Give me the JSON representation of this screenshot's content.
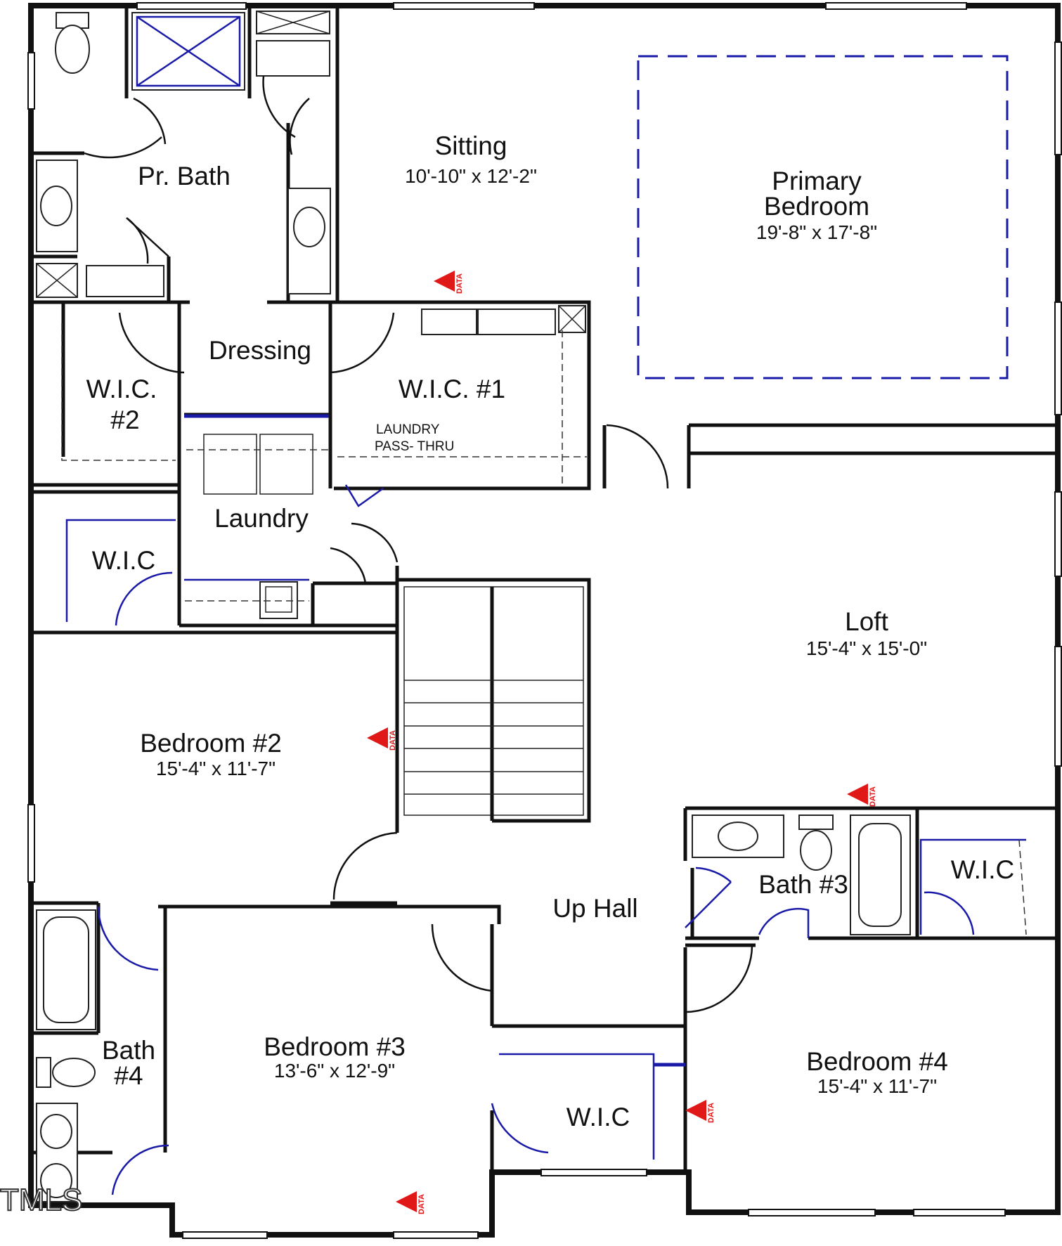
{
  "rooms": {
    "pr_bath": {
      "name": "Pr. Bath"
    },
    "sitting": {
      "name": "Sitting",
      "dim": "10'-10\" x 12'-2\""
    },
    "primary_bedroom": {
      "name_line1": "Primary",
      "name_line2": "Bedroom",
      "dim": "19'-8\" x 17'-8\""
    },
    "dressing": {
      "name": "Dressing"
    },
    "wic2": {
      "name_line1": "W.I.C.",
      "name_line2": "#2"
    },
    "wic1": {
      "name": "W.I.C. #1"
    },
    "laundry_pass": {
      "line1": "LAUNDRY",
      "line2": "PASS- THRU"
    },
    "laundry": {
      "name": "Laundry"
    },
    "wic_upper_left": {
      "name": "W.I.C"
    },
    "loft": {
      "name": "Loft",
      "dim": "15'-4\" x 15'-0\""
    },
    "bedroom2": {
      "name": "Bedroom #2",
      "dim": "15'-4\" x 11'-7\""
    },
    "bath3": {
      "name": "Bath #3"
    },
    "wic_bath3": {
      "name": "W.I.C"
    },
    "up_hall": {
      "name": "Up Hall"
    },
    "bath4": {
      "name_line1": "Bath",
      "name_line2": "#4"
    },
    "bedroom3": {
      "name": "Bedroom #3",
      "dim": "13'-6\" x 12'-9\""
    },
    "wic_bed3": {
      "name": "W.I.C"
    },
    "bedroom4": {
      "name": "Bedroom #4",
      "dim": "15'-4\" x 11'-7\""
    }
  },
  "markers": {
    "data_label": "DATA"
  },
  "watermark": "TMLS",
  "colors": {
    "wall": "#111111",
    "fixture_line": "#1a1aa8",
    "data_marker": "#e01818"
  }
}
